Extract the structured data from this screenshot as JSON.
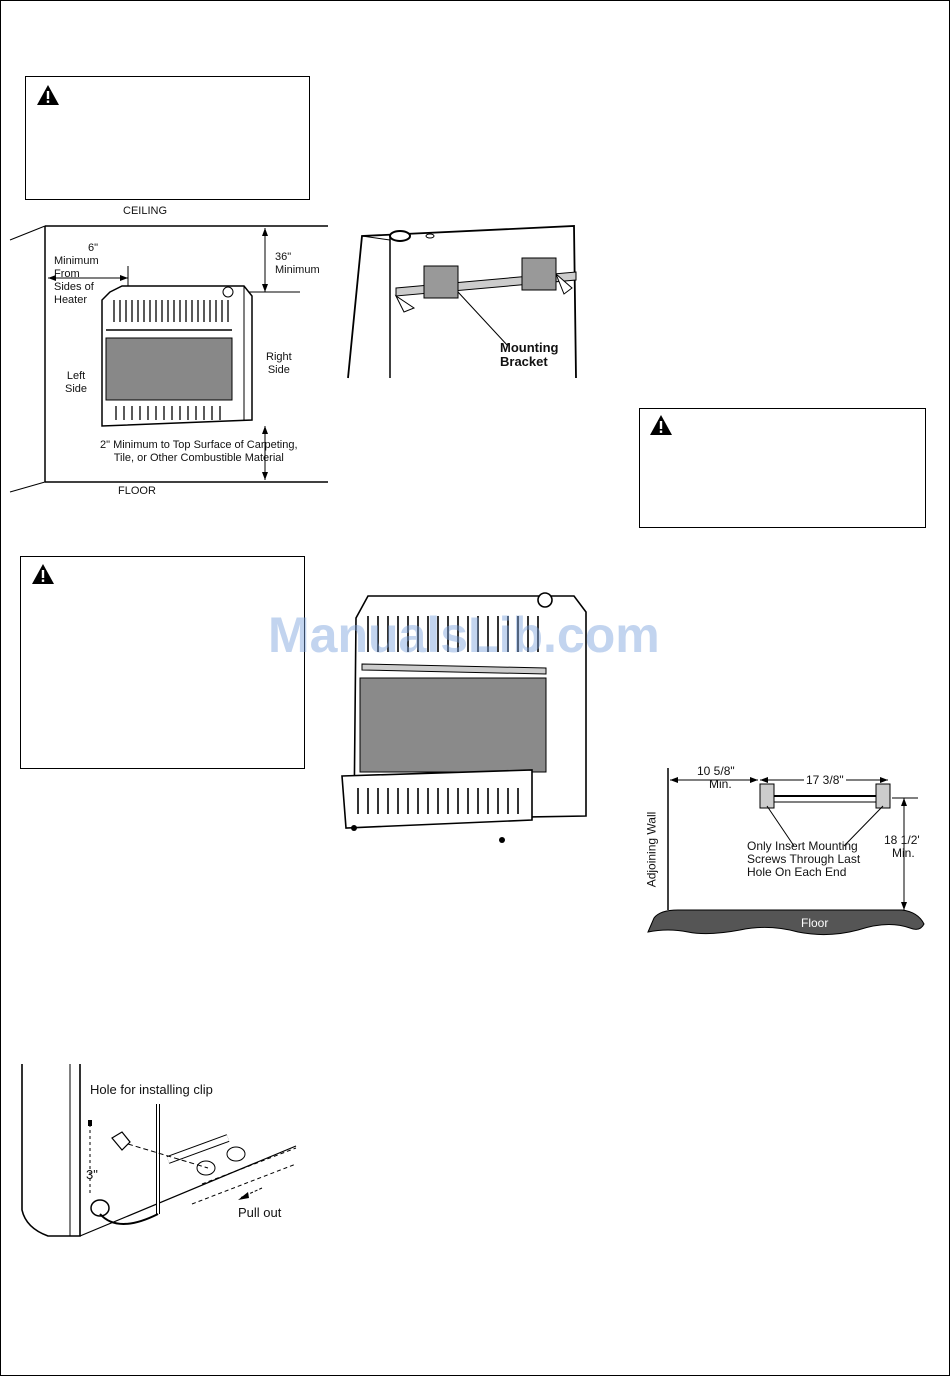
{
  "watermark": "ManualsLib.com",
  "clearance_figure": {
    "ceiling": "CEILING",
    "floor": "FLOOR",
    "top_clearance": [
      "36\"",
      "Minimum"
    ],
    "side_clearance": [
      "6\"",
      "Minimum",
      "From",
      "Sides of",
      "Heater"
    ],
    "left_side": [
      "Left",
      "Side"
    ],
    "right_side": [
      "Right",
      "Side"
    ],
    "bottom_clearance": [
      "2\" Minimum to Top Surface of Carpeting,",
      "Tile, or Other Combustible Material"
    ]
  },
  "bracket_figure": {
    "label": [
      "Mounting",
      "Bracket"
    ]
  },
  "wall_figure": {
    "left_dim": "10 5/8\"",
    "left_dim_min": "Min.",
    "width_dim": "17 3/8\"",
    "height_dim": "18 1/2'",
    "height_dim_min": "Min.",
    "wall_label": "Adjoining Wall",
    "note": [
      "Only Insert Mounting",
      "Screws Through Last",
      "Hole On Each End"
    ],
    "floor_label": "Floor"
  },
  "clip_figure": {
    "hole_label": "Hole for installing clip",
    "height": "3\"",
    "pull_out": "Pull out"
  }
}
